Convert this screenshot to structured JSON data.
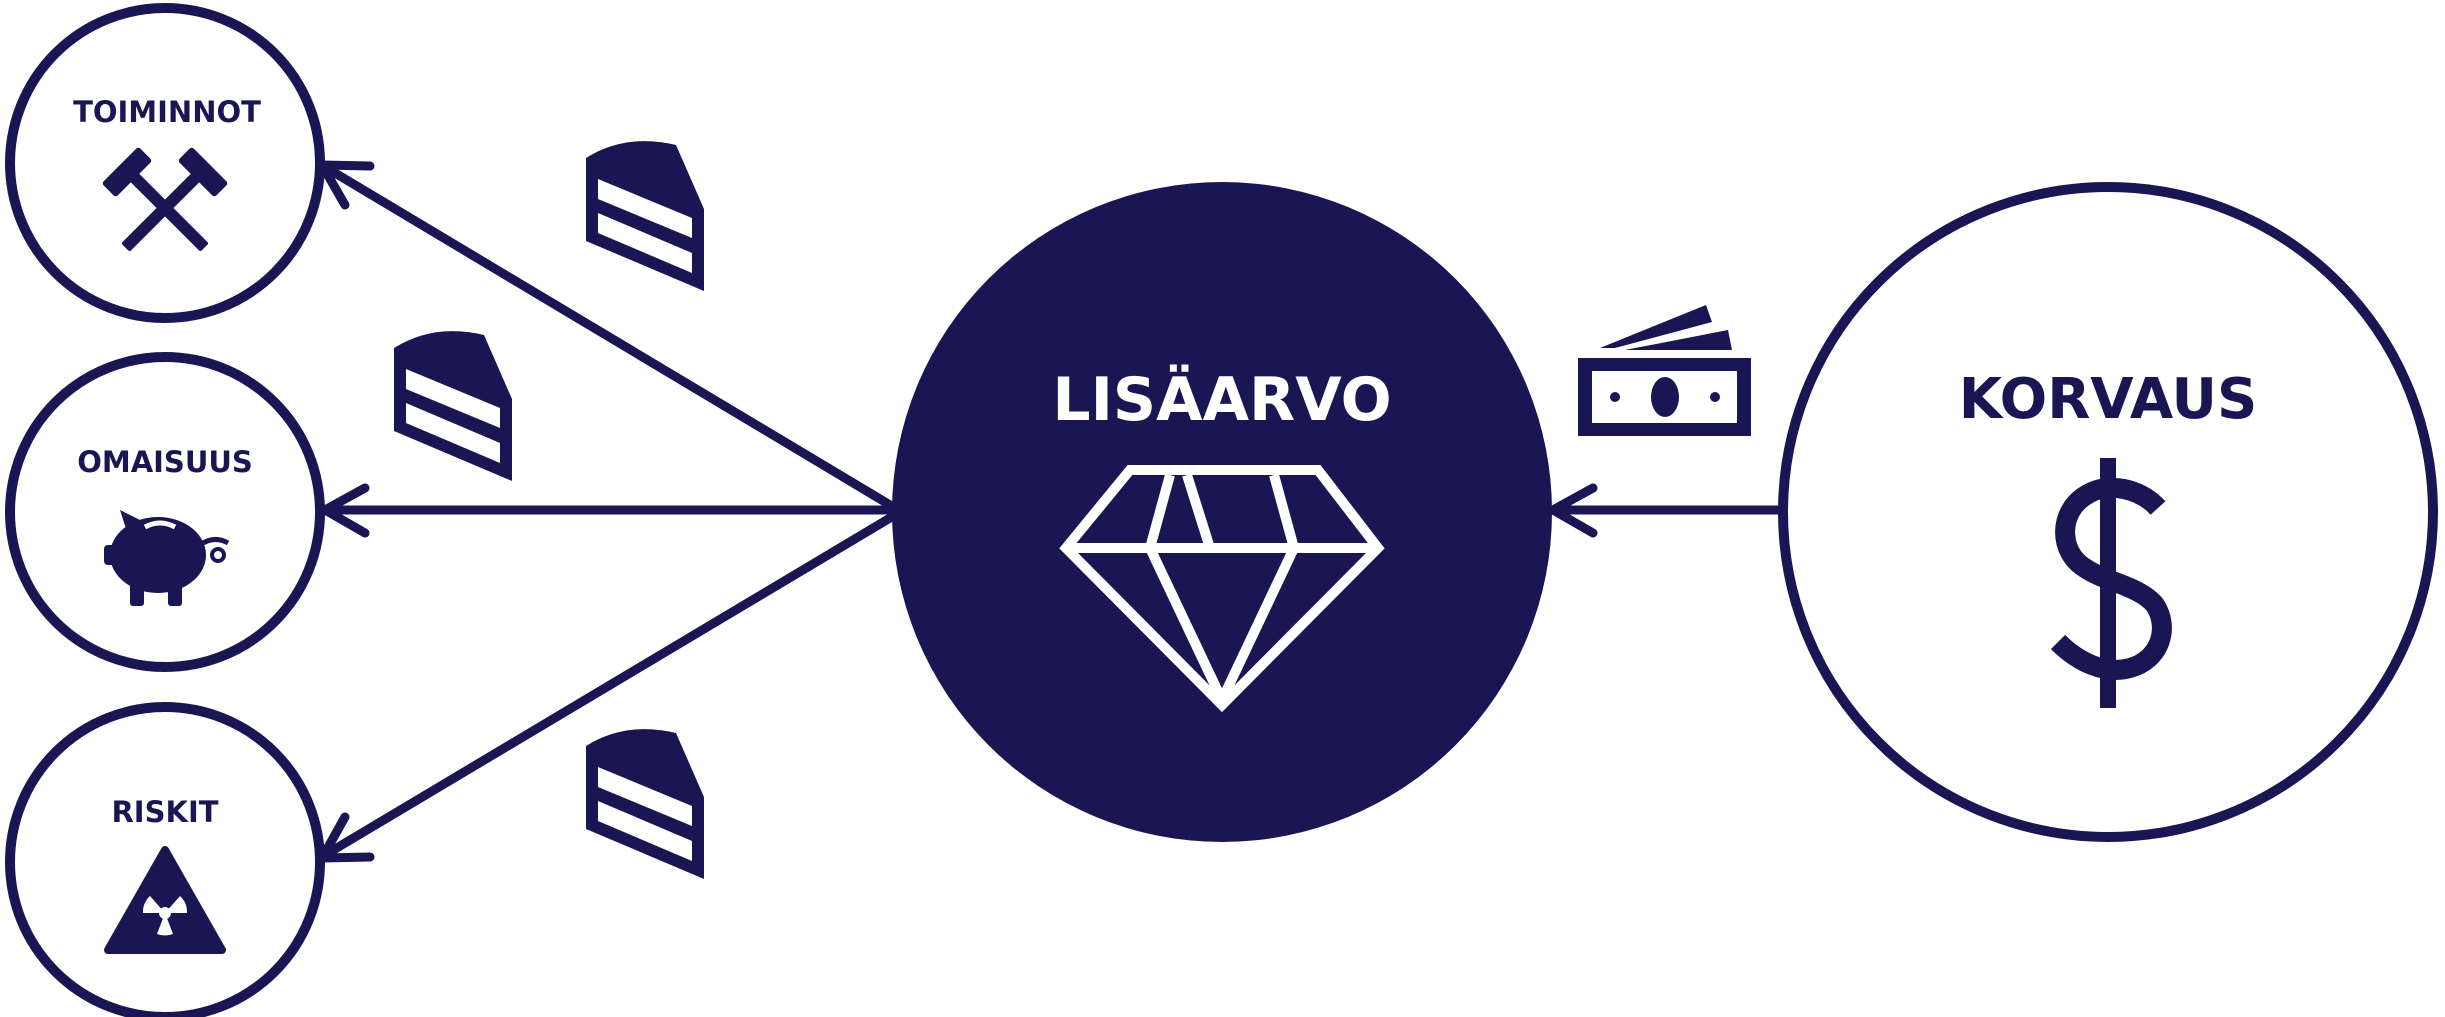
{
  "colors": {
    "navy": "#1a1653",
    "white": "#ffffff"
  },
  "center": {
    "label": "LISÄARVO",
    "icon": "diamond-icon"
  },
  "compensation": {
    "label": "KORVAUS",
    "icon": "dollar-sign-icon",
    "flow_icon": "money-icon"
  },
  "factors": [
    {
      "label": "TOIMINNOT",
      "icon": "tools-icon",
      "flow_icon": "cake-slice-icon"
    },
    {
      "label": "OMAISUUS",
      "icon": "piggy-bank-icon",
      "flow_icon": "cake-slice-icon"
    },
    {
      "label": "RISKIT",
      "icon": "radiation-warning-icon",
      "flow_icon": "cake-slice-icon"
    }
  ]
}
